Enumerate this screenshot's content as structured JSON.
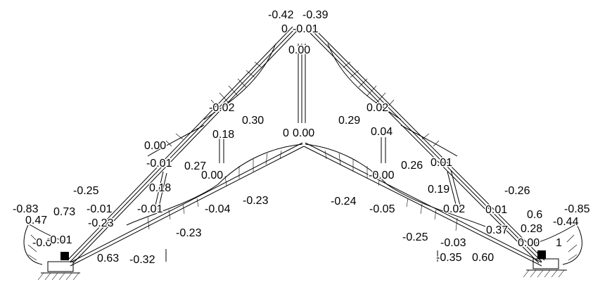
{
  "labels": [
    {
      "id": "l01",
      "text": "-0.42"
    },
    {
      "id": "l02",
      "text": "-0.39"
    },
    {
      "id": "l03",
      "text": "0"
    },
    {
      "id": "l04",
      "text": "-0.01"
    },
    {
      "id": "l05",
      "text": "0.00"
    },
    {
      "id": "l06",
      "text": "-0.02"
    },
    {
      "id": "l07",
      "text": "0.30"
    },
    {
      "id": "l08",
      "text": "0.29"
    },
    {
      "id": "l09",
      "text": "0.02"
    },
    {
      "id": "l10",
      "text": "0.18"
    },
    {
      "id": "l11",
      "text": "0"
    },
    {
      "id": "l12",
      "text": "0.00"
    },
    {
      "id": "l13",
      "text": "0.04"
    },
    {
      "id": "l14",
      "text": "0.00"
    },
    {
      "id": "l15",
      "text": "-0.01"
    },
    {
      "id": "l16",
      "text": "0.27"
    },
    {
      "id": "l17",
      "text": "0.00"
    },
    {
      "id": "l18",
      "text": "-0.00"
    },
    {
      "id": "l19",
      "text": "0.26"
    },
    {
      "id": "l20",
      "text": "0.01"
    },
    {
      "id": "l21",
      "text": "-0.25"
    },
    {
      "id": "l22",
      "text": "0.18"
    },
    {
      "id": "l23",
      "text": "0.19"
    },
    {
      "id": "l24",
      "text": "-0.26"
    },
    {
      "id": "l25",
      "text": "-0.83"
    },
    {
      "id": "l26",
      "text": "0.73"
    },
    {
      "id": "l27",
      "text": "-0.01"
    },
    {
      "id": "l28",
      "text": "-0.01"
    },
    {
      "id": "l29",
      "text": "-0.04"
    },
    {
      "id": "l30",
      "text": "-0.23"
    },
    {
      "id": "l31",
      "text": "-0.24"
    },
    {
      "id": "l32",
      "text": "-0.05"
    },
    {
      "id": "l33",
      "text": "0.02"
    },
    {
      "id": "l34",
      "text": "0.01"
    },
    {
      "id": "l35",
      "text": "0.6"
    },
    {
      "id": "l36",
      "text": "-0.85"
    },
    {
      "id": "l37",
      "text": "0.47"
    },
    {
      "id": "l38",
      "text": "-0.23"
    },
    {
      "id": "l39",
      "text": "-0.23"
    },
    {
      "id": "l40",
      "text": "0.37"
    },
    {
      "id": "l41",
      "text": "0.28"
    },
    {
      "id": "l42",
      "text": "-0.44"
    },
    {
      "id": "l43",
      "text": "-0.0"
    },
    {
      "id": "l44",
      "text": "-0.01"
    },
    {
      "id": "l45",
      "text": "-0.25"
    },
    {
      "id": "l46",
      "text": "-0.03"
    },
    {
      "id": "l47",
      "text": "0.00"
    },
    {
      "id": "l48",
      "text": "0.63"
    },
    {
      "id": "l49",
      "text": "-0.32"
    },
    {
      "id": "l50",
      "text": "-0.35"
    },
    {
      "id": "l51",
      "text": "0.60"
    },
    {
      "id": "l52",
      "text": "1"
    }
  ]
}
